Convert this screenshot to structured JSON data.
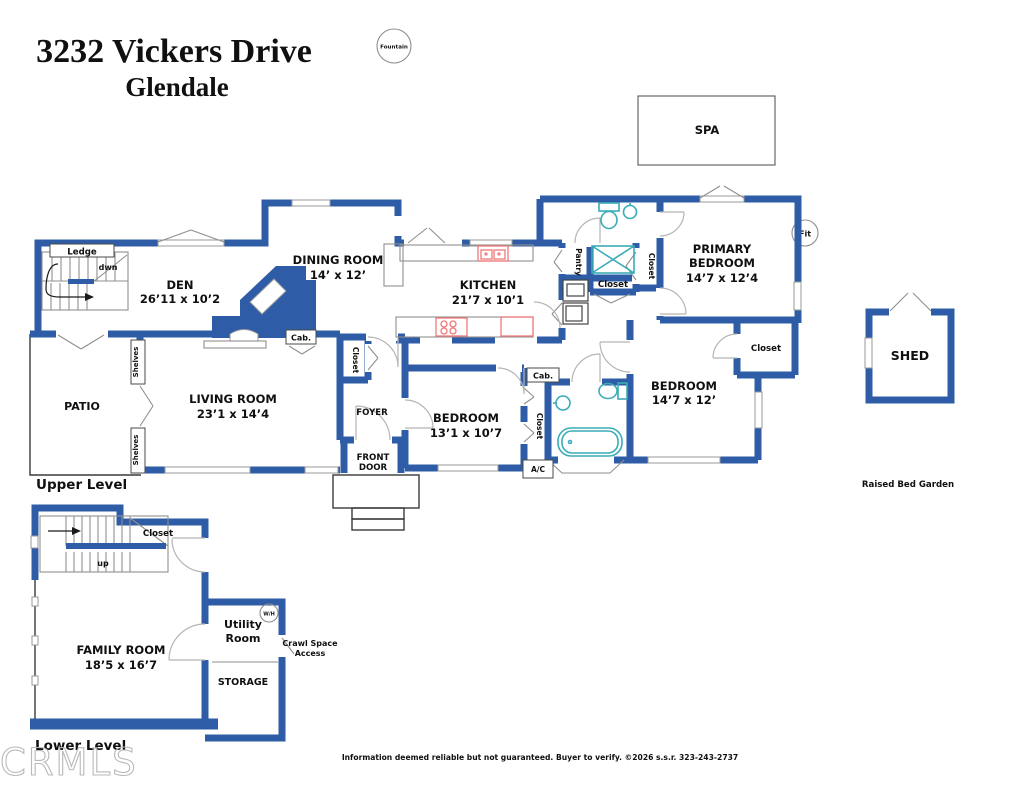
{
  "title": {
    "address": "3232 Vickers Drive",
    "city": "Glendale"
  },
  "levels": {
    "upper": "Upper Level",
    "lower": "Lower Level"
  },
  "outdoor": {
    "fountain": "Fountain",
    "spa": "SPA",
    "fit": "Fit",
    "shed": "SHED",
    "raised_bed_garden": "Raised Bed Garden"
  },
  "rooms": {
    "den": {
      "name": "DEN",
      "dims": "26’11 x 10’2"
    },
    "dining": {
      "name": "DINING ROOM",
      "dims": "14’ x 12’"
    },
    "kitchen": {
      "name": "KITCHEN",
      "dims": "21’7 x 10’1"
    },
    "primary_bedroom": {
      "name_line1": "PRIMARY",
      "name_line2": "BEDROOM",
      "dims": "14’7 x 12’4"
    },
    "bedroom_rear": {
      "name": "BEDROOM",
      "dims": "14’7 x 12’"
    },
    "bedroom_front": {
      "name": "BEDROOM",
      "dims": "13’1 x 10’7"
    },
    "living": {
      "name": "LIVING ROOM",
      "dims": "23’1 x 14’4"
    },
    "family": {
      "name": "FAMILY ROOM",
      "dims": "18’5 x 16’7"
    },
    "utility": {
      "name_line1": "Utility",
      "name_line2": "Room"
    },
    "storage": {
      "name": "STORAGE"
    },
    "patio": {
      "name": "PATIO"
    },
    "foyer": {
      "name": "FOYER"
    },
    "front_door": {
      "line1": "FRONT",
      "line2": "DOOR"
    }
  },
  "annotations": {
    "ledge": "Ledge",
    "dwn": "dwn",
    "up": "up",
    "closet": "Closet",
    "pantry": "Pantry",
    "cab": "Cab.",
    "ac": "A/C",
    "shelves": "Shelves",
    "wh": "W/H",
    "crawl_space_line1": "Crawl Space",
    "crawl_space_line2": "Access"
  },
  "footer": {
    "disclaimer": "Information deemed reliable but not guaranteed. Buyer to verify. ©2026 s.s.r. 323-243-2737"
  },
  "watermark": "CRMLS",
  "colors": {
    "wall": "#2e5ca6",
    "fixture": "#3aacb8",
    "appliance": "#f07878"
  }
}
